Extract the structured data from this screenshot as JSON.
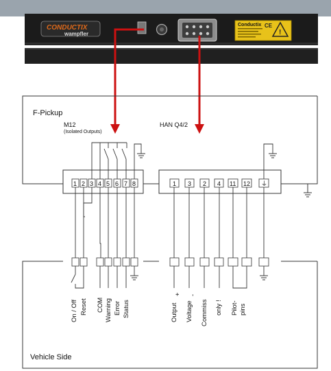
{
  "device": {
    "logo_main": "CONDUCTIX",
    "logo_sub": "wampfler",
    "label_brand": "Conductix",
    "label_ce": "CE",
    "warning_symbol": "!"
  },
  "sections": {
    "pickup": "F-Pickup",
    "vehicle": "Vehicle Side"
  },
  "connectors": {
    "m12": {
      "title": "M12",
      "subtitle": "(Isolated Outputs)",
      "pins": [
        "1",
        "2",
        "3",
        "4",
        "5",
        "6",
        "7",
        "8"
      ]
    },
    "han": {
      "title": "HAN Q4/2",
      "pins": [
        "1",
        "3",
        "2",
        "4",
        "11",
        "12",
        "⏚"
      ]
    }
  },
  "signals": {
    "onoff": "On / Off",
    "reset": "Reset",
    "com": "COM",
    "warning": "Warning",
    "error": "Error",
    "status": "Status",
    "output": "Output",
    "plus": "+",
    "voltage": "Voltage",
    "minus": "-",
    "commiss": "Commiss",
    "only": "only !",
    "pilot": "Pilot-",
    "pins": "pins"
  },
  "colors": {
    "arrow": "#cc1111",
    "housing": "#1b1b1b",
    "ground": "#555555"
  }
}
